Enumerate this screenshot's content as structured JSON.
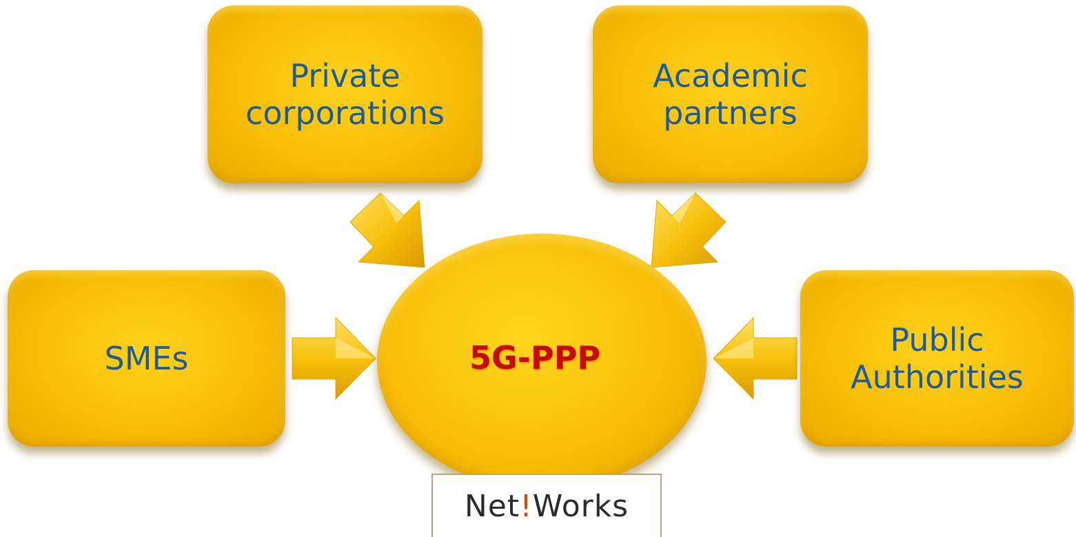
{
  "diagram": {
    "hub": {
      "label": "5G-PPP"
    },
    "partners": [
      {
        "id": "private",
        "label": "Private\ncorporations"
      },
      {
        "id": "academic",
        "label": "Academic\npartners"
      },
      {
        "id": "smes",
        "label": "SMEs"
      },
      {
        "id": "public",
        "label": "Public\nAuthorities"
      }
    ],
    "logo": {
      "prefix": "Net",
      "bang": "!",
      "suffix": "Works"
    }
  },
  "colors": {
    "box_fill": "#f7be08",
    "partner_text": "#1f5a99",
    "hub_text": "#c40c0c",
    "logo_accent": "#d24a12"
  }
}
